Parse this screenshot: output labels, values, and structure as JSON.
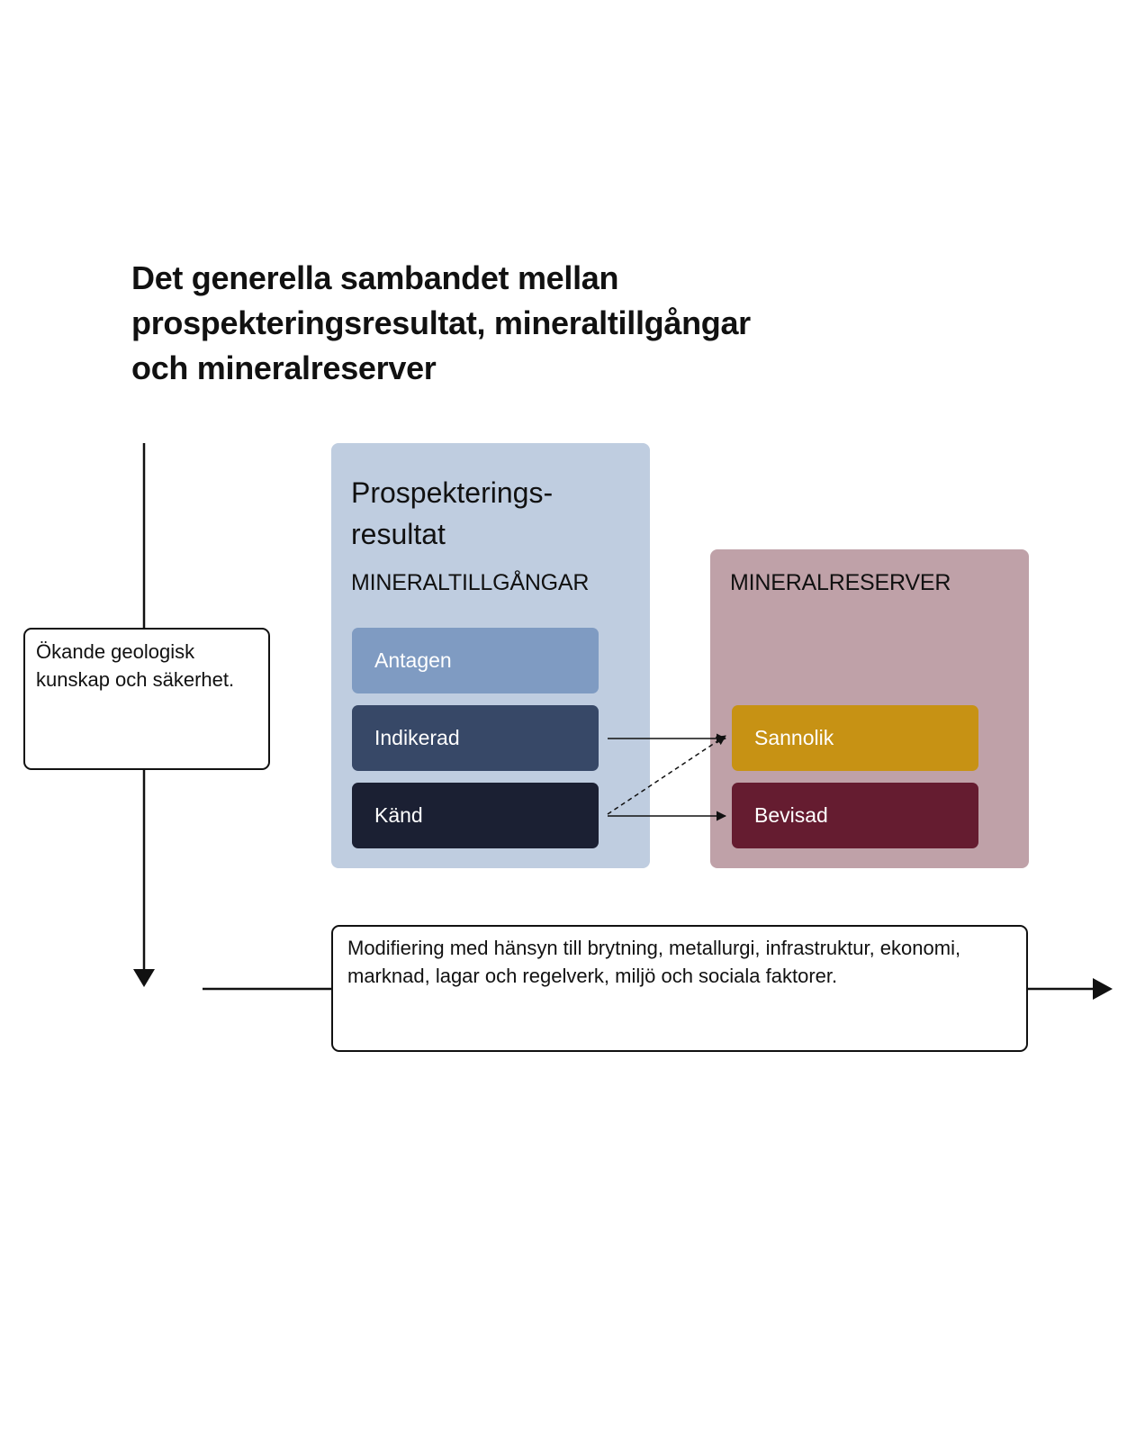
{
  "title": {
    "lines": [
      "Det generella sambandet mellan",
      "prospekteringsresultat, mineraltillgångar",
      "och mineralreserver"
    ]
  },
  "diagram": {
    "exploration_results": {
      "line1": "Prospekterings-",
      "line2": "resultat"
    },
    "mineral_resources": {
      "label": "MINERALTILLGÅNGAR",
      "categories": [
        "Antagen",
        "Indikerad",
        "Känd"
      ]
    },
    "mineral_reserves": {
      "label": "MINERALRESERVER",
      "categories": [
        "Sannolik",
        "Bevisad"
      ]
    },
    "knowledge_note": "Ökande geologisk kunskap och säkerhet.",
    "modifying_factors_note": "Modifiering med hänsyn till brytning, metallurgi, infrastruktur, ekonomi, marknad, lagar och regelverk, miljö och sociala faktorer."
  },
  "colors": {
    "resources_panel": "#bfcde0",
    "reserves_panel": "#bfa1a8",
    "inferred": "#7f9bc2",
    "indicated": "#374867",
    "measured": "#1b2033",
    "probable": "#c79214",
    "proved": "#651c30",
    "lines": "#111111"
  }
}
